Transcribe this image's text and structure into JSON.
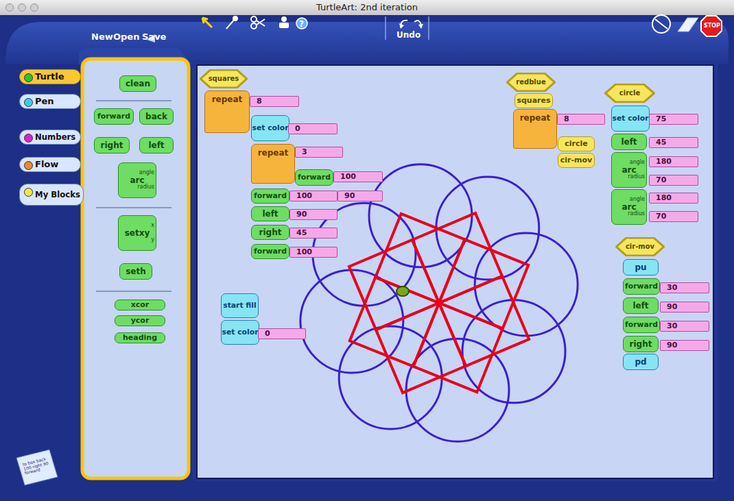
{
  "diagram": {
    "title": "TurtleArt: 2nd iteration",
    "nodes": [
      {
        "text": [
          "Turtle"
        ]
      },
      {
        "text": [
          "Pen"
        ]
      },
      {
        "text": [
          "Numbers"
        ]
      },
      {
        "text": [
          "Flow"
        ]
      },
      {
        "text": [
          "My Blocks"
        ]
      },
      {
        "text": [
          "clean"
        ]
      },
      {
        "text": [
          "forward"
        ]
      },
      {
        "text": [
          "back"
        ]
      },
      {
        "text": [
          "right"
        ]
      },
      {
        "text": [
          "left"
        ]
      },
      {
        "text": [
          "angle",
          "arc",
          "radius"
        ]
      },
      {
        "text": [
          "x",
          "setxy",
          "y"
        ]
      },
      {
        "text": [
          "seth"
        ]
      },
      {
        "text": [
          "xcor"
        ]
      },
      {
        "text": [
          "ycor"
        ]
      },
      {
        "text": [
          "heading"
        ]
      },
      {
        "text": [
          "squares"
        ]
      },
      {
        "text": [
          "repeat"
        ]
      },
      {
        "text": [
          "8"
        ]
      },
      {
        "text": [
          "set color"
        ]
      },
      {
        "text": [
          "0"
        ]
      },
      {
        "text": [
          "repeat"
        ]
      },
      {
        "text": [
          "3"
        ]
      },
      {
        "text": [
          "forward"
        ]
      },
      {
        "text": [
          "100"
        ]
      },
      {
        "text": [
          "forward"
        ]
      },
      {
        "text": [
          "100"
        ]
      },
      {
        "text": [
          "90"
        ]
      },
      {
        "text": [
          "left"
        ]
      },
      {
        "text": [
          "90"
        ]
      },
      {
        "text": [
          "right"
        ]
      },
      {
        "text": [
          "45"
        ]
      },
      {
        "text": [
          "forward"
        ]
      },
      {
        "text": [
          "100"
        ]
      },
      {
        "text": [
          "start fill"
        ]
      },
      {
        "text": [
          "set color"
        ]
      },
      {
        "text": [
          "0"
        ]
      },
      {
        "text": [
          "redblue"
        ]
      },
      {
        "text": [
          "squares"
        ]
      },
      {
        "text": [
          "repeat"
        ]
      },
      {
        "text": [
          "8"
        ]
      },
      {
        "text": [
          "circle"
        ]
      },
      {
        "text": [
          "cir-mov"
        ]
      },
      {
        "text": [
          "circle"
        ]
      },
      {
        "text": [
          "set color"
        ]
      },
      {
        "text": [
          "75"
        ]
      },
      {
        "text": [
          "left"
        ]
      },
      {
        "text": [
          "45"
        ]
      },
      {
        "text": [
          "angle",
          "arc",
          "radius"
        ]
      },
      {
        "text": [
          "180"
        ]
      },
      {
        "text": [
          "70"
        ]
      },
      {
        "text": [
          "angle",
          "arc",
          "radius"
        ]
      },
      {
        "text": [
          "180"
        ]
      },
      {
        "text": [
          "70"
        ]
      },
      {
        "text": [
          "cir-mov"
        ]
      },
      {
        "text": [
          "pu"
        ]
      },
      {
        "text": [
          "forward"
        ]
      },
      {
        "text": [
          "30"
        ]
      },
      {
        "text": [
          "left"
        ]
      },
      {
        "text": [
          "90"
        ]
      },
      {
        "text": [
          "forward"
        ]
      },
      {
        "text": [
          "30"
        ]
      },
      {
        "text": [
          "right"
        ]
      },
      {
        "text": [
          "90"
        ]
      },
      {
        "text": [
          "pd"
        ]
      }
    ],
    "labels": [
      "New",
      "Open",
      "Save",
      "Undo",
      "STOP",
      "to box back 100 right 90 forward"
    ]
  }
}
